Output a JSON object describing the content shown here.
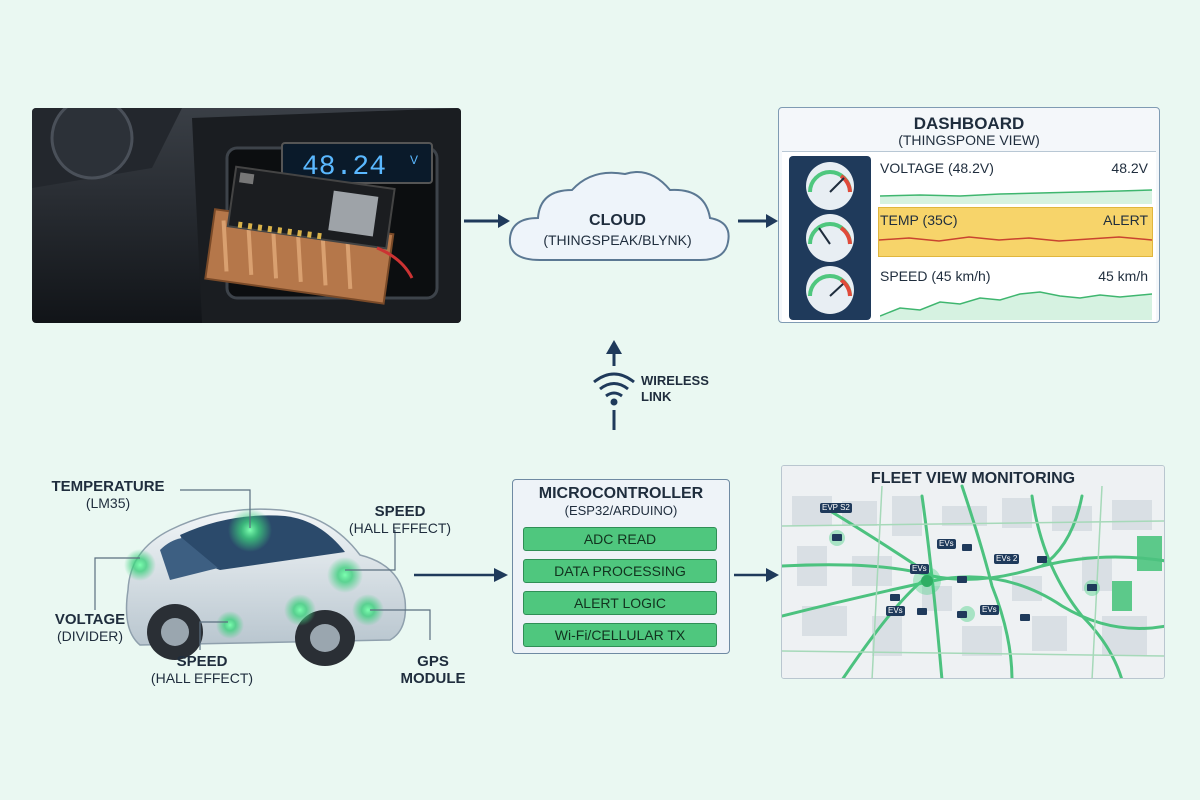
{
  "photo": {
    "display_reading": "48.24",
    "display_unit": "V"
  },
  "cloud": {
    "title": "CLOUD",
    "subtitle": "(THINGSPEAK/BLYNK)"
  },
  "dashboard": {
    "title": "DASHBOARD",
    "subtitle": "(THINGSPONE VIEW)",
    "metrics": [
      {
        "label": "VOLTAGE (48.2V)",
        "value": "48.2V"
      },
      {
        "label": "TEMP (35C)",
        "value": "ALERT"
      },
      {
        "label": "SPEED (45 km/h)",
        "value": "45 km/h"
      }
    ]
  },
  "wireless": {
    "line1": "WIRELESS",
    "line2": "LINK"
  },
  "car": {
    "temperature": {
      "title": "TEMPERATURE",
      "sub": "(LM35)"
    },
    "speed_top": {
      "title": "SPEED",
      "sub": "(HALL EFFECT)"
    },
    "voltage": {
      "title": "VOLTAGE",
      "sub": "(DIVIDER)"
    },
    "speed_bottom": {
      "title": "SPEED",
      "sub": "(HALL EFFECT)"
    },
    "gps": {
      "title": "GPS",
      "sub": "MODULE"
    }
  },
  "mcu": {
    "title": "MICROCONTROLLER",
    "subtitle": "(ESP32/ARDUINO)",
    "steps": [
      "ADC READ",
      "DATA PROCESSING",
      "ALERT LOGIC",
      "Wi-Fi/CELLULAR TX"
    ]
  },
  "fleet": {
    "title": "FLEET VIEW MONITORING",
    "tags": [
      "EVP S2",
      "EVs",
      "EVs 2",
      "EVs",
      "EVs",
      "EVs"
    ]
  },
  "colors": {
    "background": "#eaf8f2",
    "arrow": "#1f3a5b",
    "accent_green": "#4fc77e",
    "alert_yellow": "#f7d46a"
  }
}
